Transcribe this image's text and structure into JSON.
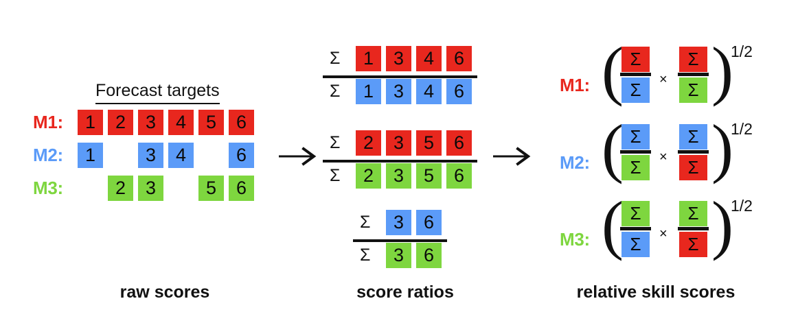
{
  "figure": {
    "background": "#ffffff",
    "colors": {
      "red": "#e8271e",
      "blue": "#5b9bf8",
      "green": "#7ed63f",
      "ink": "#111111"
    }
  },
  "raw_scores": {
    "header": "Forecast targets",
    "models": [
      {
        "label": "M1:",
        "color_name": "red",
        "color": "#e8271e",
        "targets": [
          "1",
          "2",
          "3",
          "4",
          "5",
          "6"
        ],
        "cells": [
          "1",
          "2",
          "3",
          "4",
          "5",
          "6"
        ]
      },
      {
        "label": "M2:",
        "color_name": "blue",
        "color": "#5b9bf8",
        "targets": [
          "1",
          "3",
          "4",
          "6"
        ],
        "cells": [
          "1",
          "",
          "3",
          "4",
          "",
          "6"
        ]
      },
      {
        "label": "M3:",
        "color_name": "green",
        "color": "#7ed63f",
        "targets": [
          "2",
          "3",
          "5",
          "6"
        ],
        "cells": [
          "",
          "2",
          "3",
          "",
          "5",
          "6"
        ]
      }
    ]
  },
  "score_ratios": {
    "sigma_symbol": "Σ",
    "fractions": [
      {
        "name": "m1-over-m2",
        "numerator": {
          "color_name": "red",
          "color": "#e8271e",
          "cells": [
            "1",
            "3",
            "4",
            "6"
          ]
        },
        "denominator": {
          "color_name": "blue",
          "color": "#5b9bf8",
          "cells": [
            "1",
            "3",
            "4",
            "6"
          ]
        }
      },
      {
        "name": "m1-over-m3",
        "numerator": {
          "color_name": "red",
          "color": "#e8271e",
          "cells": [
            "2",
            "3",
            "5",
            "6"
          ]
        },
        "denominator": {
          "color_name": "green",
          "color": "#7ed63f",
          "cells": [
            "2",
            "3",
            "5",
            "6"
          ]
        }
      },
      {
        "name": "m2-over-m3",
        "numerator": {
          "color_name": "blue",
          "color": "#5b9bf8",
          "cells": [
            "3",
            "6"
          ]
        },
        "denominator": {
          "color_name": "green",
          "color": "#7ed63f",
          "cells": [
            "3",
            "6"
          ]
        }
      }
    ]
  },
  "relative_skill_scores": {
    "sigma_symbol": "Σ",
    "times_symbol": "×",
    "exponent": "1/2",
    "left_paren": "(",
    "right_paren": ")",
    "rows": [
      {
        "label": "M1:",
        "color_name": "red",
        "color": "#e8271e",
        "terms": [
          {
            "numerator_color": "red",
            "denominator_color": "blue"
          },
          {
            "numerator_color": "red",
            "denominator_color": "green"
          }
        ]
      },
      {
        "label": "M2:",
        "color_name": "blue",
        "color": "#5b9bf8",
        "terms": [
          {
            "numerator_color": "blue",
            "denominator_color": "green"
          },
          {
            "numerator_color": "blue",
            "denominator_color": "red"
          }
        ]
      },
      {
        "label": "M3:",
        "color_name": "green",
        "color": "#7ed63f",
        "terms": [
          {
            "numerator_color": "green",
            "denominator_color": "blue"
          },
          {
            "numerator_color": "green",
            "denominator_color": "red"
          }
        ]
      }
    ]
  },
  "arrows": [
    {
      "name": "arrow-raw-to-ratios",
      "symbol": "→"
    },
    {
      "name": "arrow-ratios-to-skill",
      "symbol": "→"
    }
  ],
  "captions": {
    "left": "raw scores",
    "middle": "score ratios",
    "right": "relative skill scores"
  }
}
